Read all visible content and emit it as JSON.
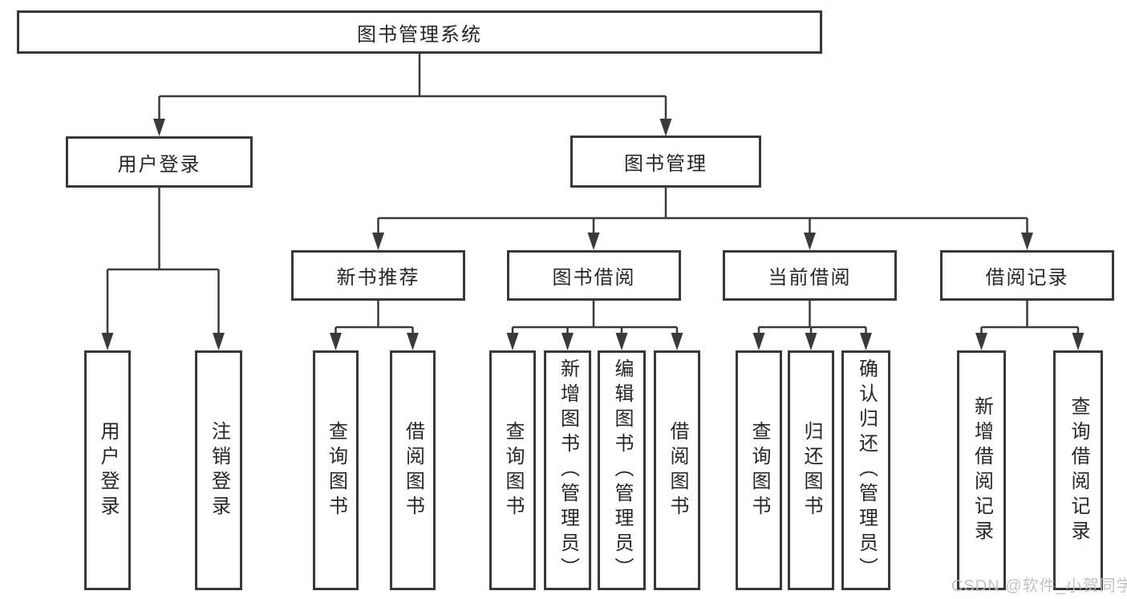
{
  "diagram": {
    "root": {
      "label": "图书管理系统"
    },
    "branches": [
      {
        "label": "用户登录",
        "children": [
          {
            "label": "用户登录"
          },
          {
            "label": "注销登录"
          }
        ]
      },
      {
        "label": "图书管理",
        "children": [
          {
            "label": "新书推荐",
            "children": [
              {
                "label": "查询图书"
              },
              {
                "label": "借阅图书"
              }
            ]
          },
          {
            "label": "图书借阅",
            "children": [
              {
                "label": "查询图书"
              },
              {
                "label": "新增图书（管理员）"
              },
              {
                "label": "编辑图书（管理员）"
              },
              {
                "label": "借阅图书"
              }
            ]
          },
          {
            "label": "当前借阅",
            "children": [
              {
                "label": "查询图书"
              },
              {
                "label": "归还图书"
              },
              {
                "label": "确认归还（管理员）"
              }
            ]
          },
          {
            "label": "借阅记录",
            "children": [
              {
                "label": "新增借阅记录"
              },
              {
                "label": "查询借阅记录"
              }
            ]
          }
        ]
      }
    ]
  },
  "watermark": {
    "text": "CSDN @软件_小贺同学"
  },
  "colors": {
    "line": "#3a3a3a",
    "box_border": "#383838",
    "text": "#262626",
    "watermark": "#bcbdbf",
    "background": "#ffffff"
  }
}
